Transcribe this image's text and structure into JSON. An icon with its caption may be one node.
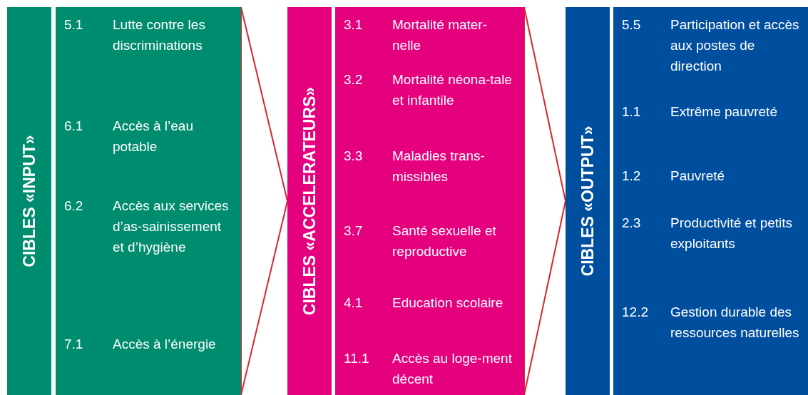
{
  "diagram": {
    "nodes": [
      {
        "text": [
          "CIBLES «INPUT»"
        ]
      },
      {
        "text": [
          "5.1",
          "Lutte contre les discriminations",
          "6.1",
          "Accès à l’eau potable",
          "6.2",
          "Accès aux services d’as-sainissement et d’hygiène",
          "7.1",
          "Accès à l’énergie"
        ]
      },
      {
        "text": [
          "CIBLES «ACCELERATEURS»"
        ]
      },
      {
        "text": [
          "3.1",
          "Mortalité mater-nelle",
          "3.2",
          "Mortalité néona-tale et infantile",
          "3.3",
          "Maladies trans-missibles",
          "3.7",
          "Santé sexuelle et reproductive",
          "4.1",
          "Education scolaire",
          "11.1",
          "Accès au loge-ment décent"
        ]
      },
      {
        "text": [
          "CIBLES «OUTPUT»"
        ]
      },
      {
        "text": [
          "5.5",
          "Participation et accès aux postes de direction",
          "1.1",
          "Extrême pauvreté",
          "1.2",
          "Pauvreté",
          "2.3",
          "Productivité et petits exploitants",
          "12.2",
          "Gestion durable des ressources naturelles"
        ]
      }
    ],
    "edges": [
      {
        "from": 1,
        "to": 2,
        "arrow": "to"
      },
      {
        "from": 3,
        "to": 4,
        "arrow": "to"
      }
    ]
  }
}
